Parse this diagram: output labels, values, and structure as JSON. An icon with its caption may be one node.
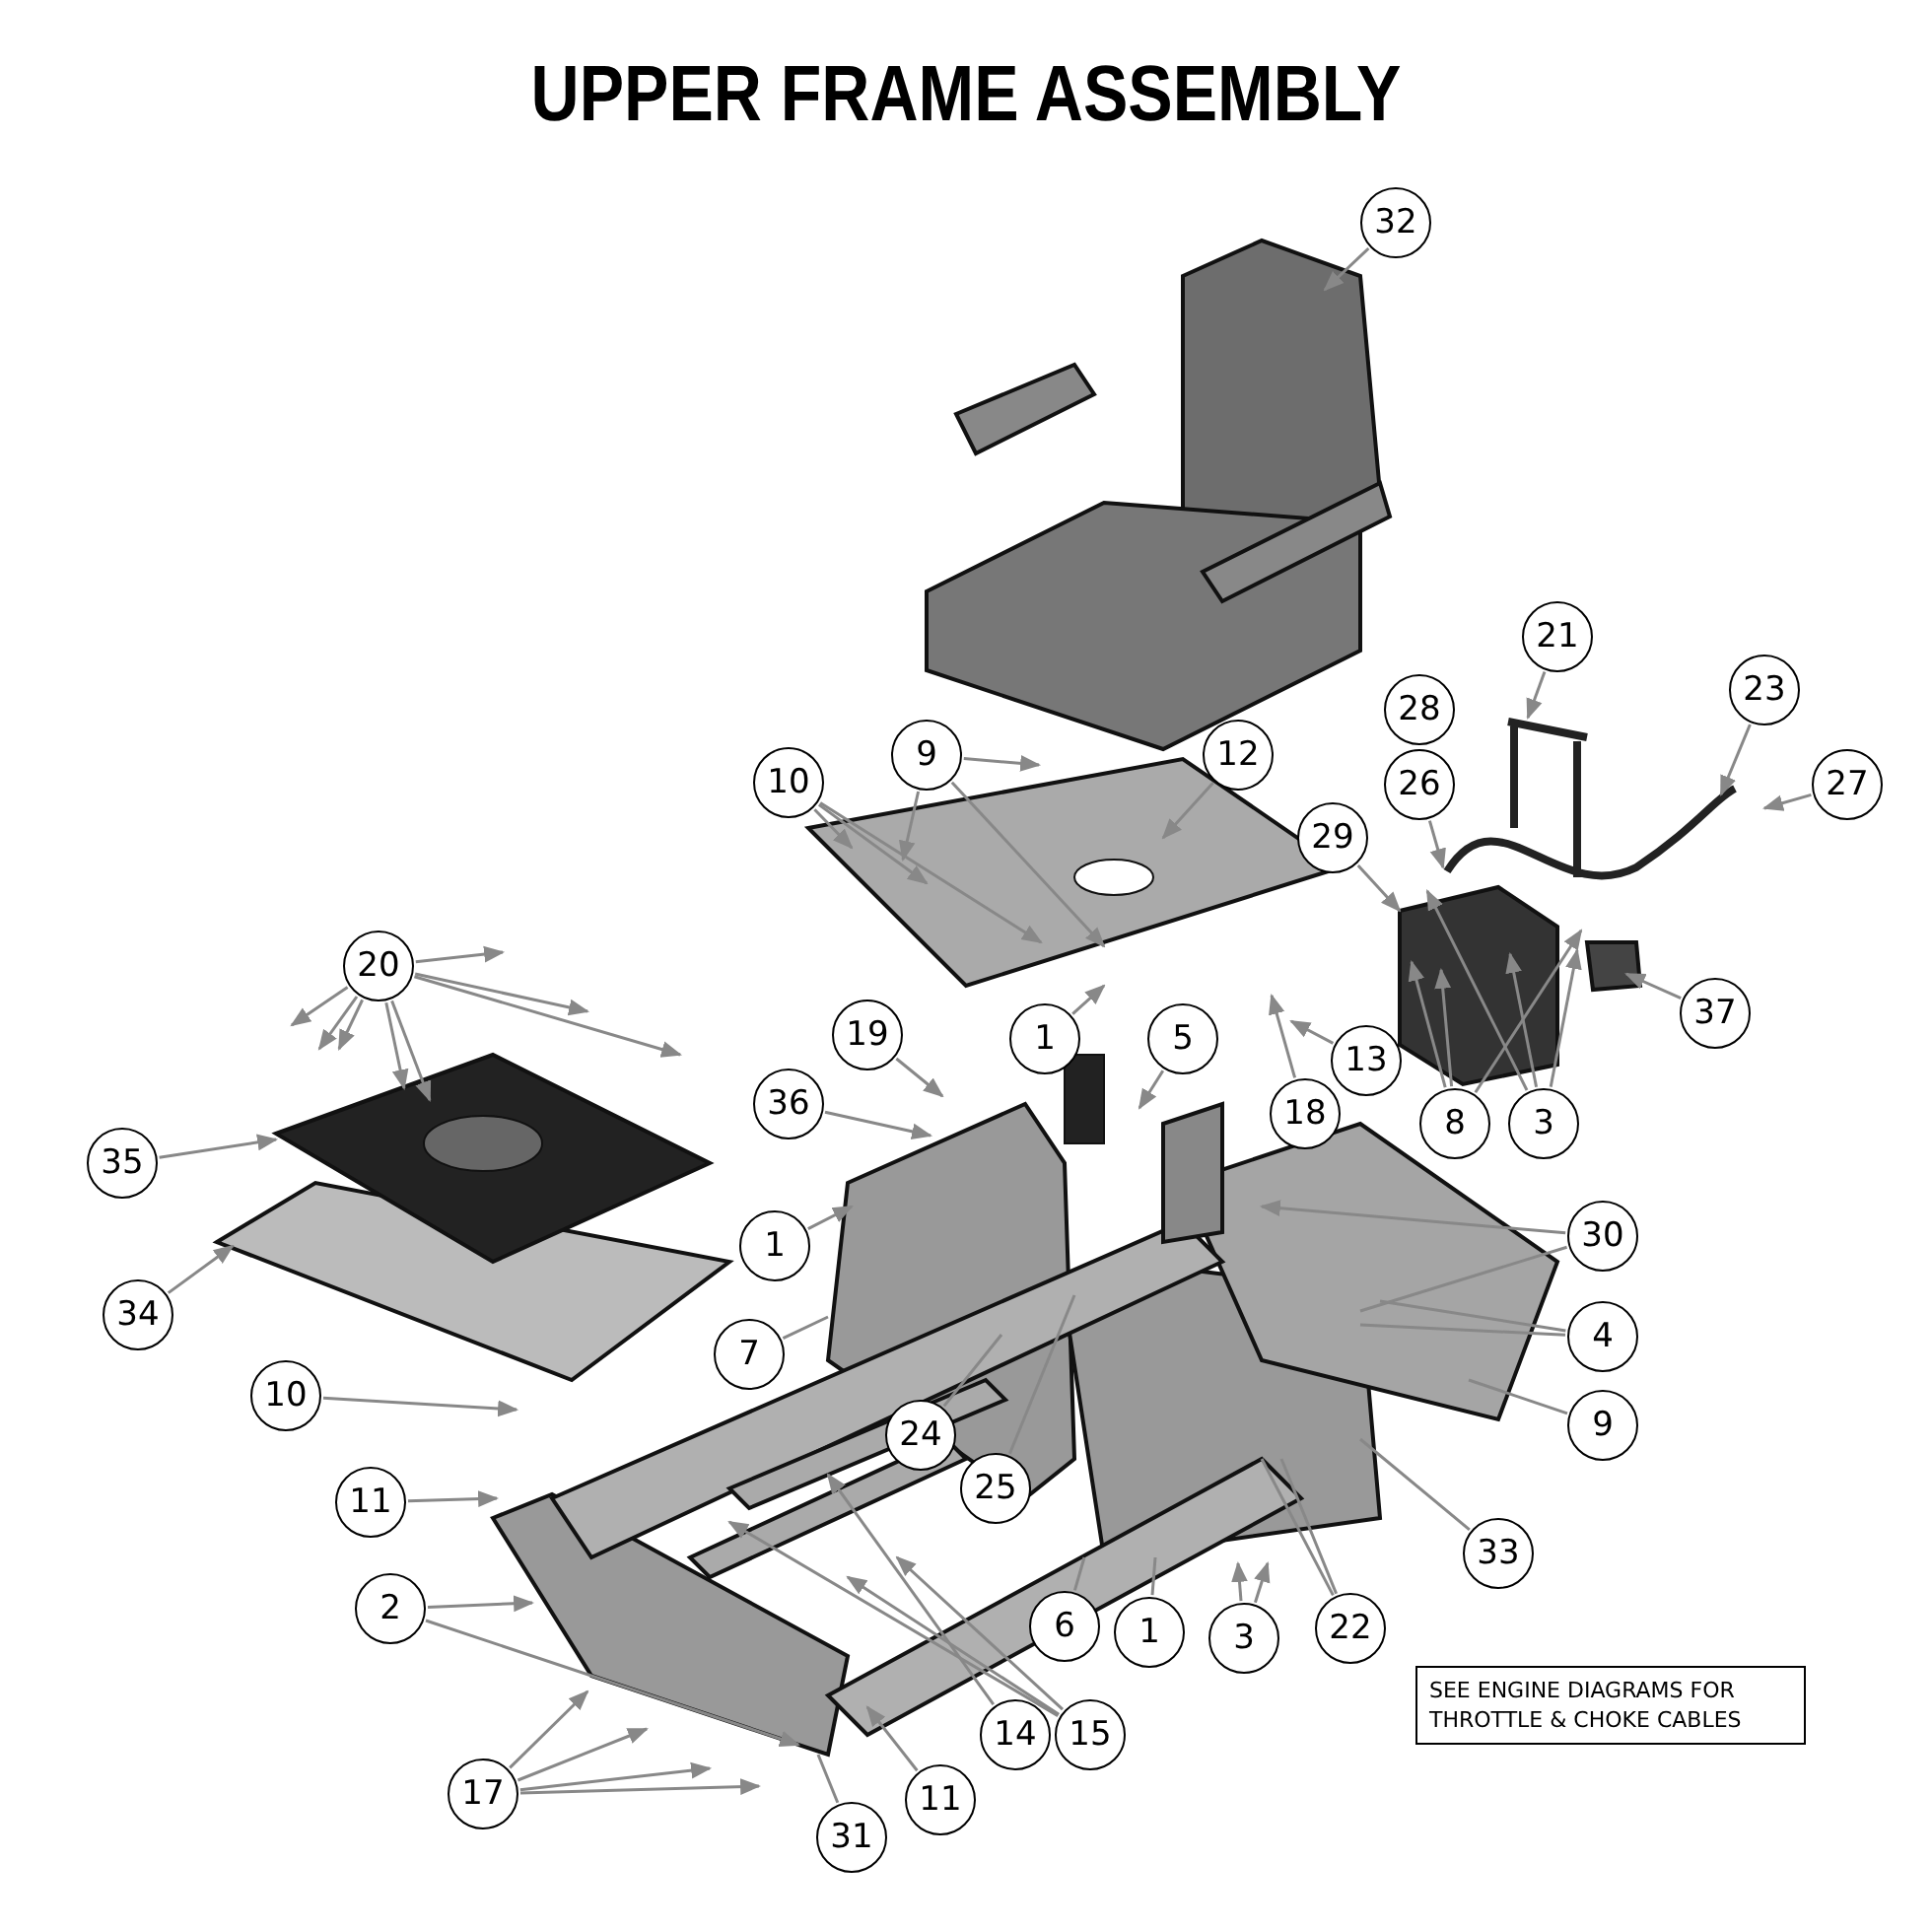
{
  "diagram": {
    "title": "UPPER FRAME ASSEMBLY",
    "nodes": [
      {
        "text": [
          "32"
        ]
      },
      {
        "text": [
          "21"
        ]
      },
      {
        "text": [
          "23"
        ]
      },
      {
        "text": [
          "28"
        ]
      },
      {
        "text": [
          "26"
        ]
      },
      {
        "text": [
          "27"
        ]
      },
      {
        "text": [
          "9"
        ]
      },
      {
        "text": [
          "10"
        ]
      },
      {
        "text": [
          "12"
        ]
      },
      {
        "text": [
          "29"
        ]
      },
      {
        "text": [
          "20"
        ]
      },
      {
        "text": [
          "1"
        ]
      },
      {
        "text": [
          "19"
        ]
      },
      {
        "text": [
          "5"
        ]
      },
      {
        "text": [
          "37"
        ]
      },
      {
        "text": [
          "13"
        ]
      },
      {
        "text": [
          "18"
        ]
      },
      {
        "text": [
          "8"
        ]
      },
      {
        "text": [
          "3"
        ]
      },
      {
        "text": [
          "36"
        ]
      },
      {
        "text": [
          "35"
        ]
      },
      {
        "text": [
          "1"
        ]
      },
      {
        "text": [
          "30"
        ]
      },
      {
        "text": [
          "34"
        ]
      },
      {
        "text": [
          "7"
        ]
      },
      {
        "text": [
          "4"
        ]
      },
      {
        "text": [
          "10"
        ]
      },
      {
        "text": [
          "9"
        ]
      },
      {
        "text": [
          "24"
        ]
      },
      {
        "text": [
          "25"
        ]
      },
      {
        "text": [
          "11"
        ]
      },
      {
        "text": [
          "33"
        ]
      },
      {
        "text": [
          "2"
        ]
      },
      {
        "text": [
          "6"
        ]
      },
      {
        "text": [
          "1"
        ]
      },
      {
        "text": [
          "3"
        ]
      },
      {
        "text": [
          "22"
        ]
      },
      {
        "text": [
          "14"
        ]
      },
      {
        "text": [
          "15"
        ]
      },
      {
        "text": [
          "17"
        ]
      },
      {
        "text": [
          "11"
        ]
      },
      {
        "text": [
          "31"
        ]
      }
    ],
    "edges": [
      {
        "from": 0,
        "to": null,
        "arrow": "to"
      },
      {
        "from": 1,
        "to": null,
        "arrow": "to"
      },
      {
        "from": 2,
        "to": null,
        "arrow": "to"
      },
      {
        "from": 4,
        "to": null,
        "arrow": "to"
      },
      {
        "from": 5,
        "to": null,
        "arrow": "to"
      },
      {
        "from": 6,
        "to": null,
        "arrow": "to"
      },
      {
        "from": 6,
        "to": null,
        "arrow": "to"
      },
      {
        "from": 6,
        "to": null,
        "arrow": "to"
      },
      {
        "from": 7,
        "to": null,
        "arrow": "to"
      },
      {
        "from": 7,
        "to": null,
        "arrow": "to"
      },
      {
        "from": 7,
        "to": null,
        "arrow": "to"
      },
      {
        "from": 8,
        "to": null,
        "arrow": "to"
      },
      {
        "from": 9,
        "to": null,
        "arrow": "to"
      },
      {
        "from": 10,
        "to": null,
        "arrow": "to"
      },
      {
        "from": 10,
        "to": null,
        "arrow": "to"
      },
      {
        "from": 10,
        "to": null,
        "arrow": "to"
      },
      {
        "from": 10,
        "to": null,
        "arrow": "to"
      },
      {
        "from": 10,
        "to": null,
        "arrow": "to"
      },
      {
        "from": 10,
        "to": null,
        "arrow": "to"
      },
      {
        "from": 10,
        "to": null,
        "arrow": "to"
      },
      {
        "from": 10,
        "to": null,
        "arrow": "to"
      },
      {
        "from": 11,
        "to": null,
        "arrow": "to"
      },
      {
        "from": 12,
        "to": null,
        "arrow": "to"
      },
      {
        "from": 13,
        "to": null,
        "arrow": "to"
      },
      {
        "from": 14,
        "to": null,
        "arrow": "to"
      },
      {
        "from": 15,
        "to": null,
        "arrow": "to"
      },
      {
        "from": 16,
        "to": null,
        "arrow": "to"
      },
      {
        "from": 17,
        "to": null,
        "arrow": "to"
      },
      {
        "from": 17,
        "to": null,
        "arrow": "to"
      },
      {
        "from": 17,
        "to": null,
        "arrow": "to"
      },
      {
        "from": 18,
        "to": null,
        "arrow": "to"
      },
      {
        "from": 18,
        "to": null,
        "arrow": "to"
      },
      {
        "from": 18,
        "to": null,
        "arrow": "to"
      },
      {
        "from": 19,
        "to": null,
        "arrow": "to"
      },
      {
        "from": 20,
        "to": null,
        "arrow": "to"
      },
      {
        "from": 21,
        "to": null,
        "arrow": "to"
      },
      {
        "from": 22,
        "to": null,
        "arrow": "to"
      },
      {
        "from": 22,
        "to": null,
        "arrow": "none"
      },
      {
        "from": 23,
        "to": null,
        "arrow": "to"
      },
      {
        "from": 24,
        "to": null,
        "arrow": "none"
      },
      {
        "from": 25,
        "to": null,
        "arrow": "none"
      },
      {
        "from": 25,
        "to": null,
        "arrow": "none"
      },
      {
        "from": 26,
        "to": null,
        "arrow": "to"
      },
      {
        "from": 27,
        "to": null,
        "arrow": "none"
      },
      {
        "from": 28,
        "to": null,
        "arrow": "none"
      },
      {
        "from": 29,
        "to": null,
        "arrow": "none"
      },
      {
        "from": 30,
        "to": null,
        "arrow": "to"
      },
      {
        "from": 31,
        "to": null,
        "arrow": "none"
      },
      {
        "from": 32,
        "to": null,
        "arrow": "to"
      },
      {
        "from": 32,
        "to": null,
        "arrow": "to"
      },
      {
        "from": 33,
        "to": null,
        "arrow": "none"
      },
      {
        "from": 34,
        "to": null,
        "arrow": "none"
      },
      {
        "from": 35,
        "to": null,
        "arrow": "to"
      },
      {
        "from": 35,
        "to": null,
        "arrow": "to"
      },
      {
        "from": 36,
        "to": null,
        "arrow": "none"
      },
      {
        "from": 36,
        "to": null,
        "arrow": "none"
      },
      {
        "from": 37,
        "to": null,
        "arrow": "to"
      },
      {
        "from": 38,
        "to": null,
        "arrow": "to"
      },
      {
        "from": 38,
        "to": null,
        "arrow": "to"
      },
      {
        "from": 38,
        "to": null,
        "arrow": "to"
      },
      {
        "from": 39,
        "to": null,
        "arrow": "to"
      },
      {
        "from": 39,
        "to": null,
        "arrow": "to"
      },
      {
        "from": 39,
        "to": null,
        "arrow": "to"
      },
      {
        "from": 39,
        "to": null,
        "arrow": "to"
      },
      {
        "from": 40,
        "to": null,
        "arrow": "to"
      },
      {
        "from": 41,
        "to": null,
        "arrow": "none"
      }
    ],
    "labels": [
      "SEE ENGINE DIAGRAMS FOR THROTTLE & CHOKE CABLES"
    ]
  }
}
